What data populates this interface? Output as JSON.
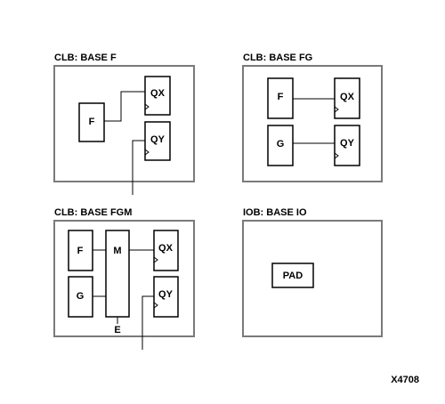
{
  "panels": {
    "base_f": {
      "title": "CLB: BASE F",
      "f": "F",
      "qx": "QX",
      "qy": "QY"
    },
    "base_fg": {
      "title": "CLB: BASE FG",
      "f": "F",
      "g": "G",
      "qx": "QX",
      "qy": "QY"
    },
    "base_fgm": {
      "title": "CLB: BASE FGM",
      "f": "F",
      "g": "G",
      "m": "M",
      "e": "E",
      "qx": "QX",
      "qy": "QY"
    },
    "base_io": {
      "title": "IOB: BASE IO",
      "pad": "PAD"
    }
  },
  "figure_id": "X4708"
}
